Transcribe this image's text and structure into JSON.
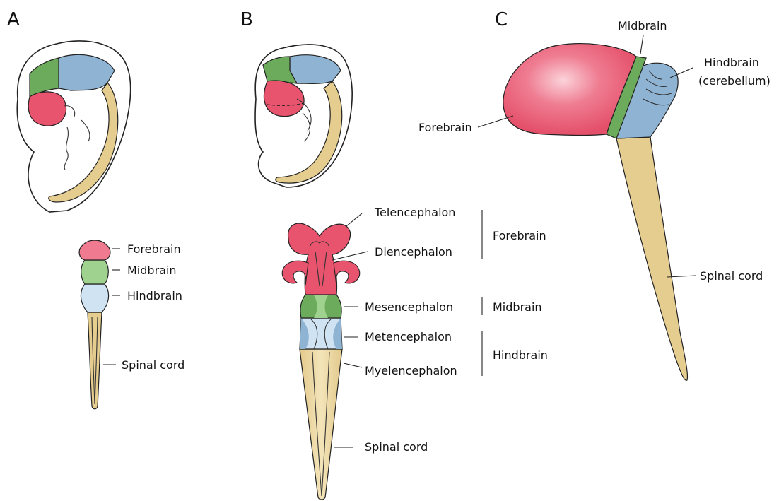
{
  "colors": {
    "forebrain": "#e8546d",
    "forebrain_highlight": "#f7a9b6",
    "midbrain_dark": "#6cab5b",
    "midbrain_light": "#9fd28f",
    "hindbrain_dark": "#8fb3d3",
    "hindbrain_light": "#cfe3f2",
    "spinal_cord": "#e5cc8f",
    "spinal_cord_light": "#f3e6bf",
    "outline": "#222222"
  },
  "panels": {
    "a": {
      "letter": "A",
      "labels": {
        "forebrain": "Forebrain",
        "midbrain": "Midbrain",
        "hindbrain": "Hindbrain",
        "spinal_cord": "Spinal cord"
      }
    },
    "b": {
      "letter": "B",
      "labels": {
        "telencephalon": "Telencephalon",
        "diencephalon": "Diencephalon",
        "mesencephalon": "Mesencephalon",
        "metencephalon": "Metencephalon",
        "myelencephalon": "Myelencephalon",
        "spinal_cord": "Spinal cord"
      },
      "groups": {
        "forebrain": "Forebrain",
        "midbrain": "Midbrain",
        "hindbrain": "Hindbrain"
      }
    },
    "c": {
      "letter": "C",
      "labels": {
        "midbrain": "Midbrain",
        "hindbrain_line1": "Hindbrain",
        "hindbrain_line2": "(cerebellum)",
        "forebrain": "Forebrain",
        "spinal_cord": "Spinal cord"
      }
    }
  }
}
